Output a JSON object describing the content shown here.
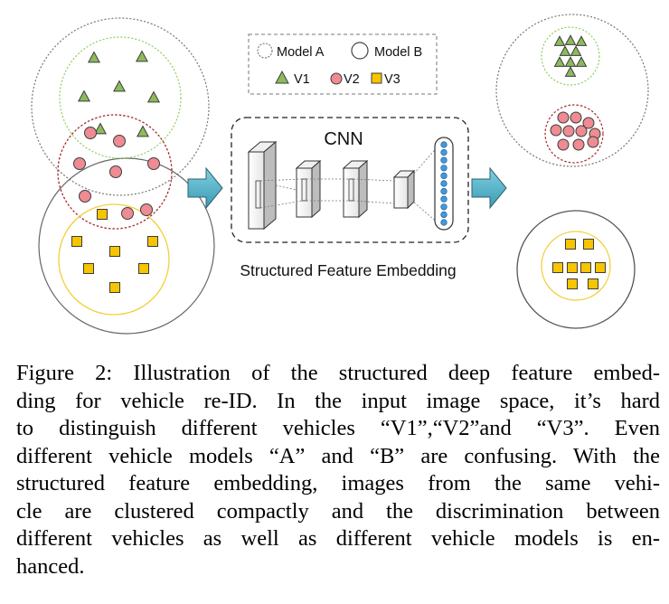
{
  "legend": {
    "model_a": "Model A",
    "model_b": "Model B",
    "v1": "V1",
    "v2": "V2",
    "v3": "V3"
  },
  "network": {
    "title": "CNN",
    "subtitle": "Structured Feature Embedding"
  },
  "caption": {
    "lines": [
      "Figure 2: Illustration of the structured deep feature embed-",
      "ding for vehicle re-ID. In the input image space, it’s hard",
      "to distinguish different vehicles “V1”,“V2”and “V3”. Even",
      "different vehicle models “A” and “B” are confusing. With the",
      "structured feature embedding, images from the same vehi-",
      "cle are clustered compactly and the discrimination between",
      "different vehicles as well as different vehicle models is en-",
      "hanced."
    ]
  },
  "colors": {
    "v1_fill": "#8dbb5a",
    "v2_fill": "#ef8b92",
    "v3_fill": "#f7c400",
    "v1_ring": "#8fce5a",
    "v2_ring": "#a52a2a",
    "v3_ring": "#f2cf3a",
    "arrow_fill": "#5bb4c8"
  }
}
